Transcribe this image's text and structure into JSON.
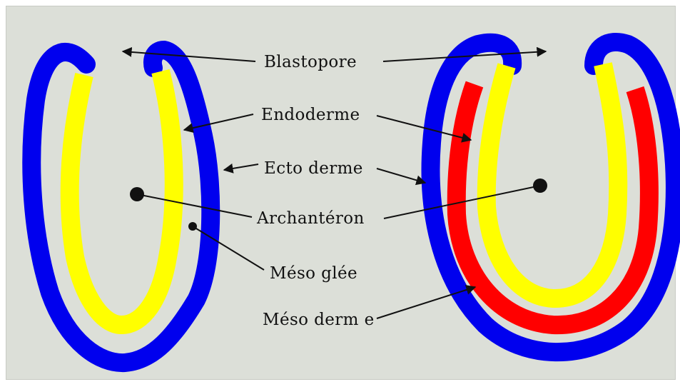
{
  "labels": {
    "blastopore": "Blastopore",
    "endoderme": "Endoderme",
    "ectoderme": "Ecto derme",
    "archenteron": "Archantéron",
    "mesoglee": "Méso glée",
    "mesoderme": "Méso derm e"
  },
  "colors": {
    "background": "#dcdfd8",
    "ectoderm": "#0000ee",
    "endoderm": "#ffff00",
    "mesoderm": "#ff0000",
    "line": "#111111"
  }
}
